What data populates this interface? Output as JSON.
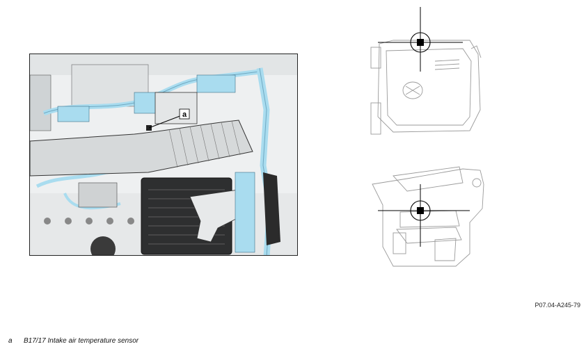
{
  "callout": {
    "label": "a"
  },
  "figure_code": "P07.04-A245-79",
  "legend": [
    {
      "key": "a",
      "text": "B17/17 Intake air temperature sensor"
    }
  ],
  "colors": {
    "highlight": "#a9dcef",
    "outline": "#2a2a2a",
    "metal": "#d9dcdd"
  }
}
